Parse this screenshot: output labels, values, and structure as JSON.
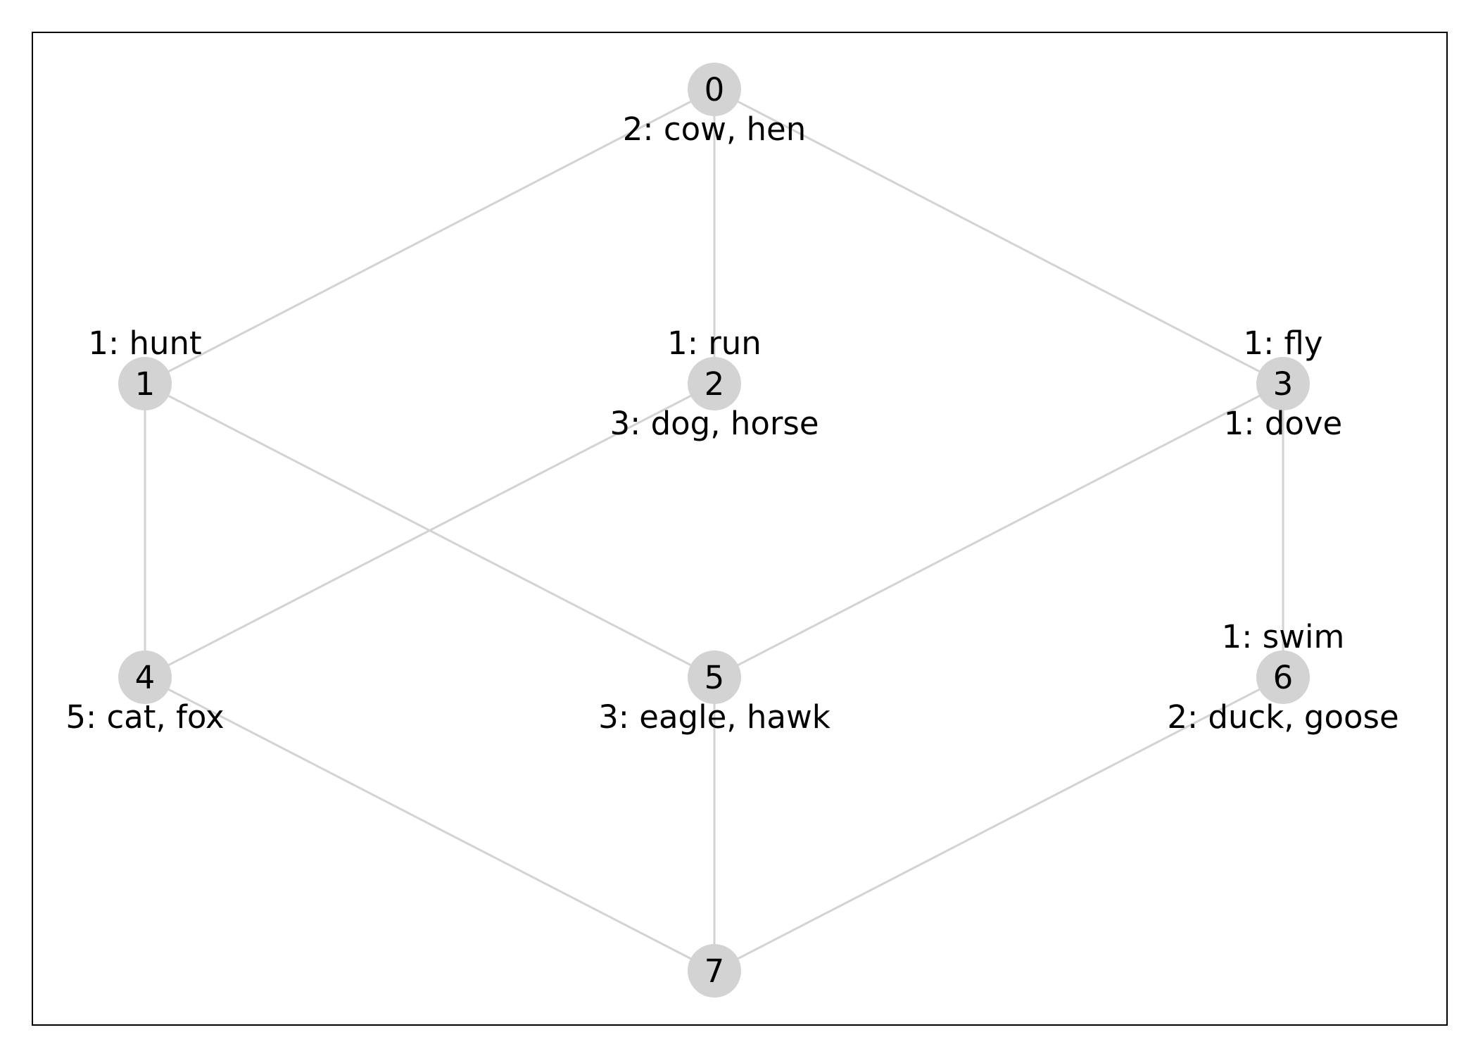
{
  "colors": {
    "node_fill": "#d3d3d3",
    "edge_stroke": "#d3d3d3",
    "text": "#000000",
    "frame": "#000000",
    "background": "#ffffff"
  },
  "nodes": [
    {
      "id": "0",
      "top_label": "",
      "bottom_label": "2: cow, hen"
    },
    {
      "id": "1",
      "top_label": "1: hunt",
      "bottom_label": ""
    },
    {
      "id": "2",
      "top_label": "1: run",
      "bottom_label": "3: dog, horse"
    },
    {
      "id": "3",
      "top_label": "1: fly",
      "bottom_label": "1: dove"
    },
    {
      "id": "4",
      "top_label": "",
      "bottom_label": "5: cat, fox"
    },
    {
      "id": "5",
      "top_label": "",
      "bottom_label": "3: eagle, hawk"
    },
    {
      "id": "6",
      "top_label": "1: swim",
      "bottom_label": "2: duck, goose"
    },
    {
      "id": "7",
      "top_label": "",
      "bottom_label": ""
    }
  ],
  "edges": [
    [
      "0",
      "1"
    ],
    [
      "0",
      "2"
    ],
    [
      "0",
      "3"
    ],
    [
      "1",
      "4"
    ],
    [
      "1",
      "5"
    ],
    [
      "2",
      "4"
    ],
    [
      "3",
      "5"
    ],
    [
      "3",
      "6"
    ],
    [
      "4",
      "7"
    ],
    [
      "5",
      "7"
    ],
    [
      "6",
      "7"
    ]
  ]
}
